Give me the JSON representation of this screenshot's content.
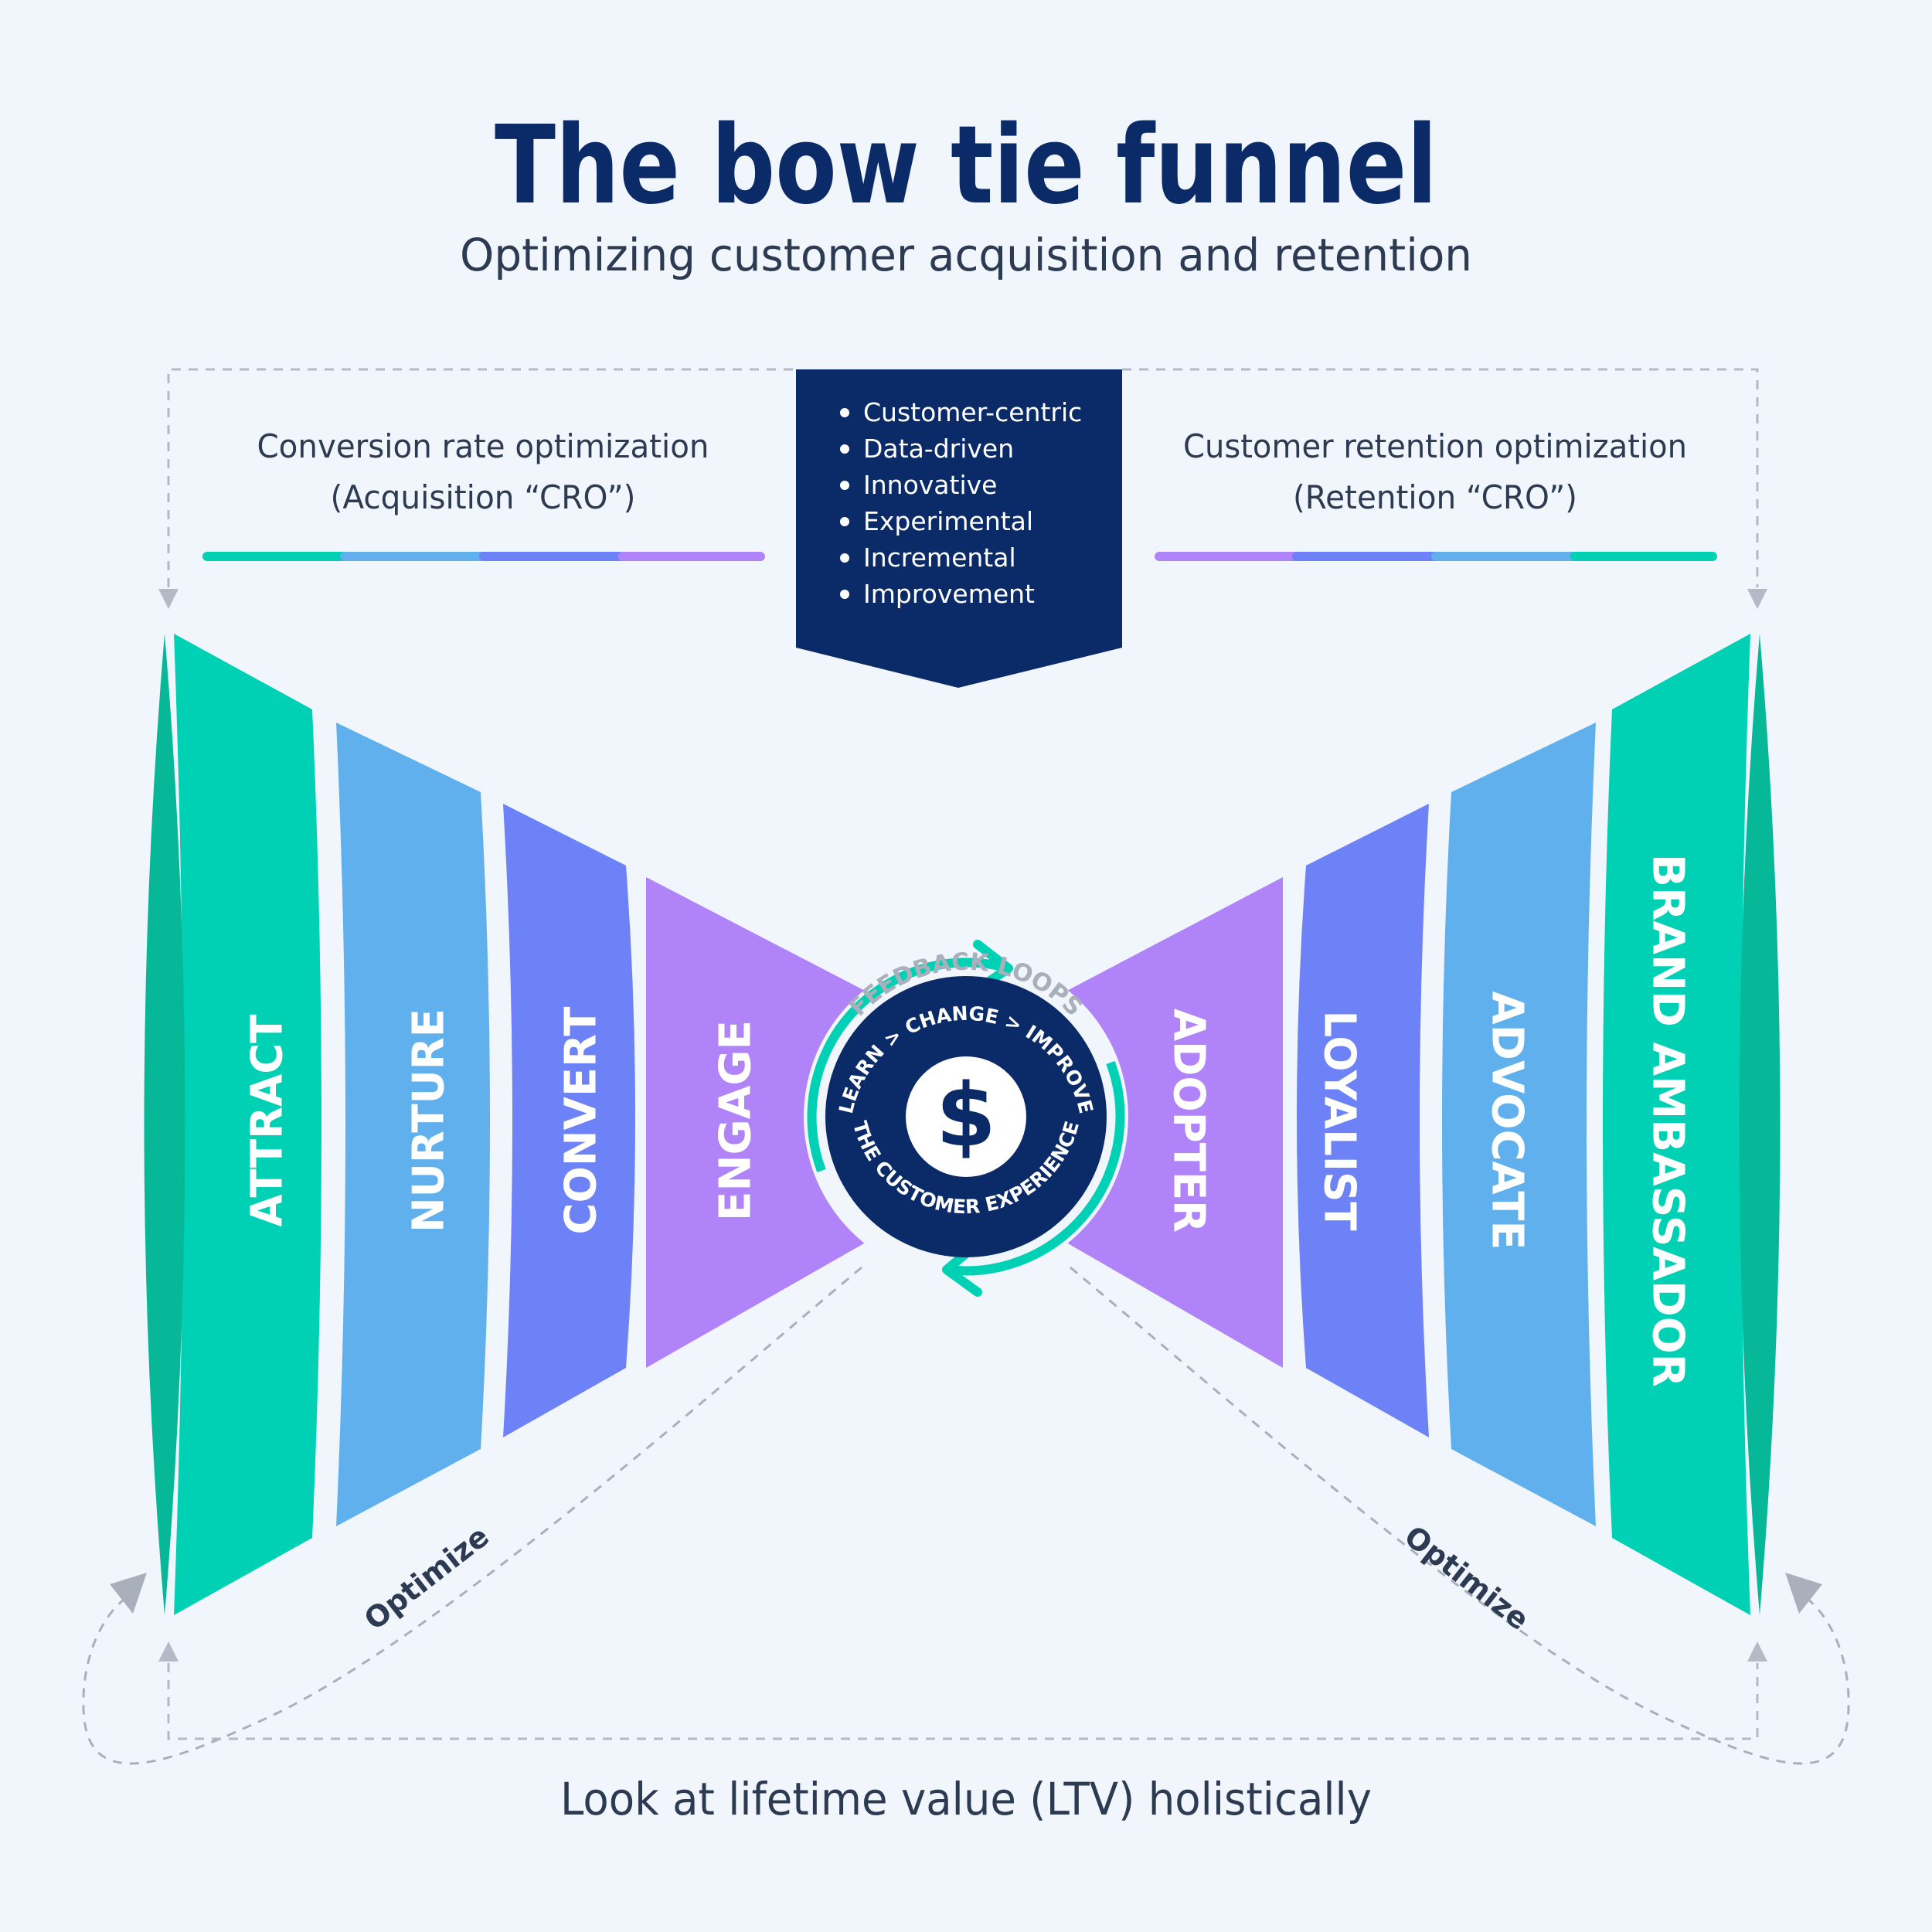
{
  "title": "The bow tie funnel",
  "subtitle": "Optimizing customer acquisition and retention",
  "colors": {
    "background": "#f1f6fd",
    "navy": "#0b2a68",
    "teal": "#00d0b4",
    "teal_dark": "#07b898",
    "blue": "#5fb0ec",
    "indigo": "#6c82f6",
    "purple": "#b084f8",
    "grey": "#a9afbb"
  },
  "left_heading": {
    "line1": "Conversion rate optimization",
    "line2": "(Acquisition “CRO”)"
  },
  "right_heading": {
    "line1": "Customer retention optimization",
    "line2": "(Retention “CRO”)"
  },
  "principles": [
    "Customer-centric",
    "Data-driven",
    "Innovative",
    "Experimental",
    "Incremental",
    "Improvement"
  ],
  "left_stages": [
    "ATTRACT",
    "NURTURE",
    "CONVERT",
    "ENGAGE"
  ],
  "right_stages": [
    "ADOPTER",
    "LOYALIST",
    "ADVOCATE",
    "BRAND AMBASSADOR"
  ],
  "center": {
    "feedback": "FEEDBACK LOOPS",
    "cycle": "LEARN > CHANGE > IMPROVE",
    "experience": "THE CUSTOMER EXPERIENCE",
    "symbol": "$"
  },
  "optimize_label": "Optimize",
  "footer": "Look at lifetime value (LTV) holistically"
}
